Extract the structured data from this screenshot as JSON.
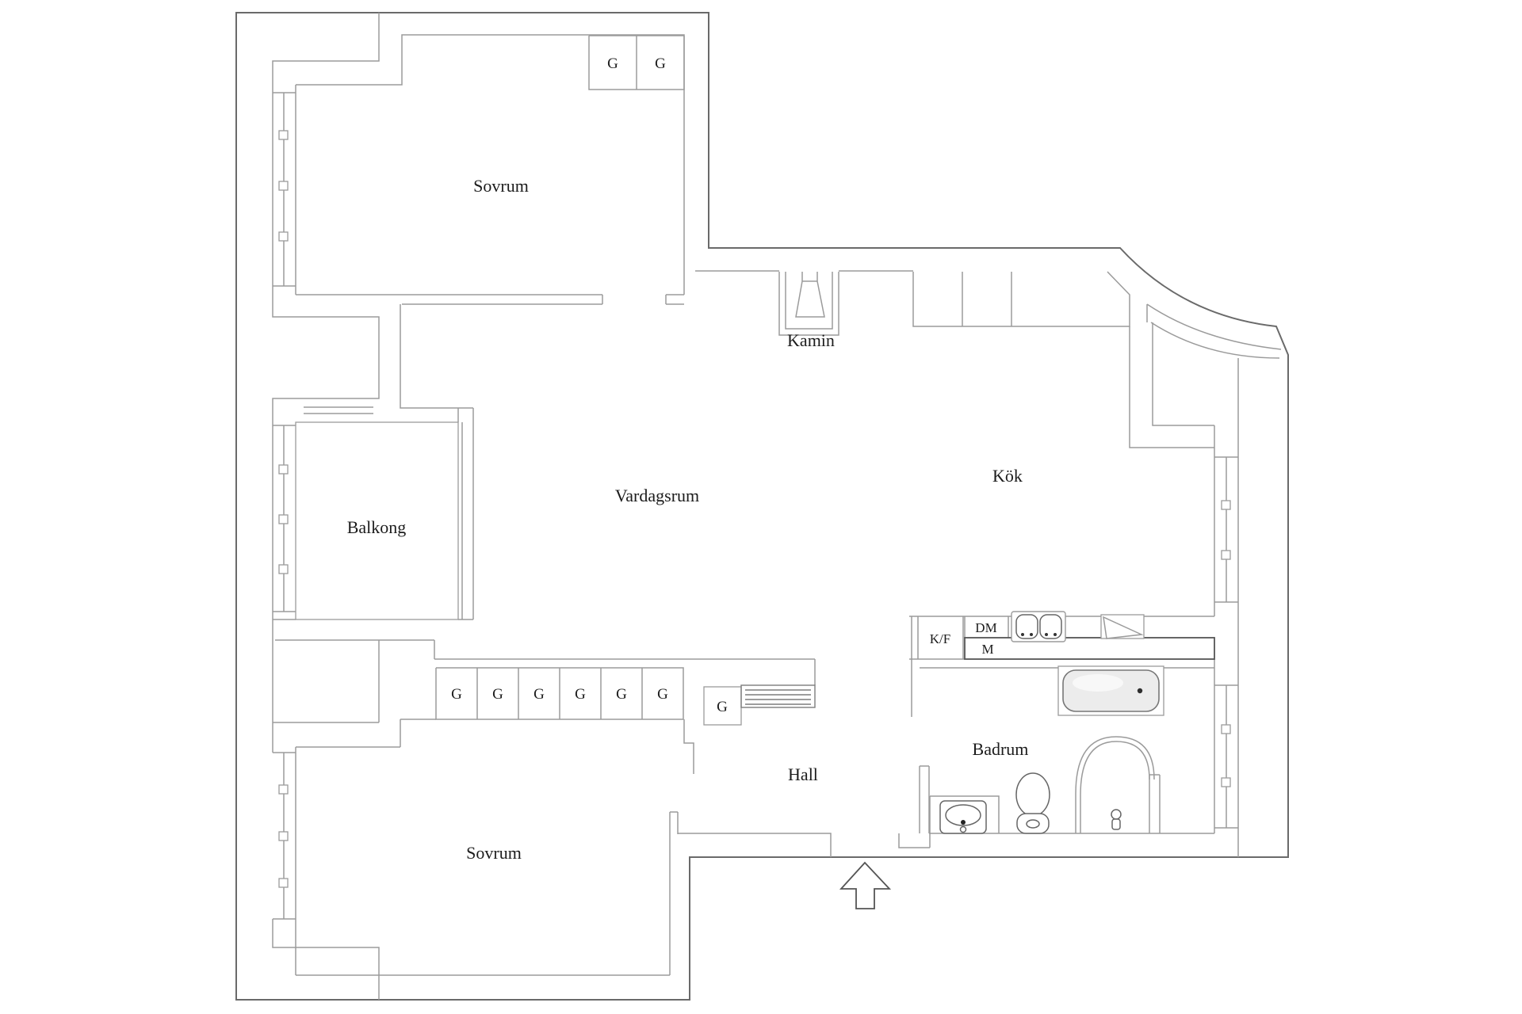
{
  "meta": {
    "drawing_type": "apartment floor plan",
    "language": "Swedish"
  },
  "colors": {
    "background": "#ffffff",
    "outer_wall": "#6a6a6a",
    "inner_wall": "#9b9b9b",
    "fixture_dark": "#555555",
    "text": "#1c1c1c",
    "tub_fill": "#ececec"
  },
  "rooms": {
    "sovrum_top": "Sovrum",
    "sovrum_bottom": "Sovrum",
    "vardagsrum": "Vardagsrum",
    "kok": "Kök",
    "balkong": "Balkong",
    "hall": "Hall",
    "badrum": "Badrum",
    "kamin": "Kamin"
  },
  "wardrobes": {
    "items": [
      {
        "label": "G"
      },
      {
        "label": "G"
      },
      {
        "label": "G"
      },
      {
        "label": "G"
      },
      {
        "label": "G"
      },
      {
        "label": "G"
      },
      {
        "label": "G"
      },
      {
        "label": "G"
      },
      {
        "label": "G"
      }
    ]
  },
  "kitchen_appliances": {
    "fridge_freezer": "K/F",
    "dishwasher": "DM",
    "counter_unit": "M"
  }
}
